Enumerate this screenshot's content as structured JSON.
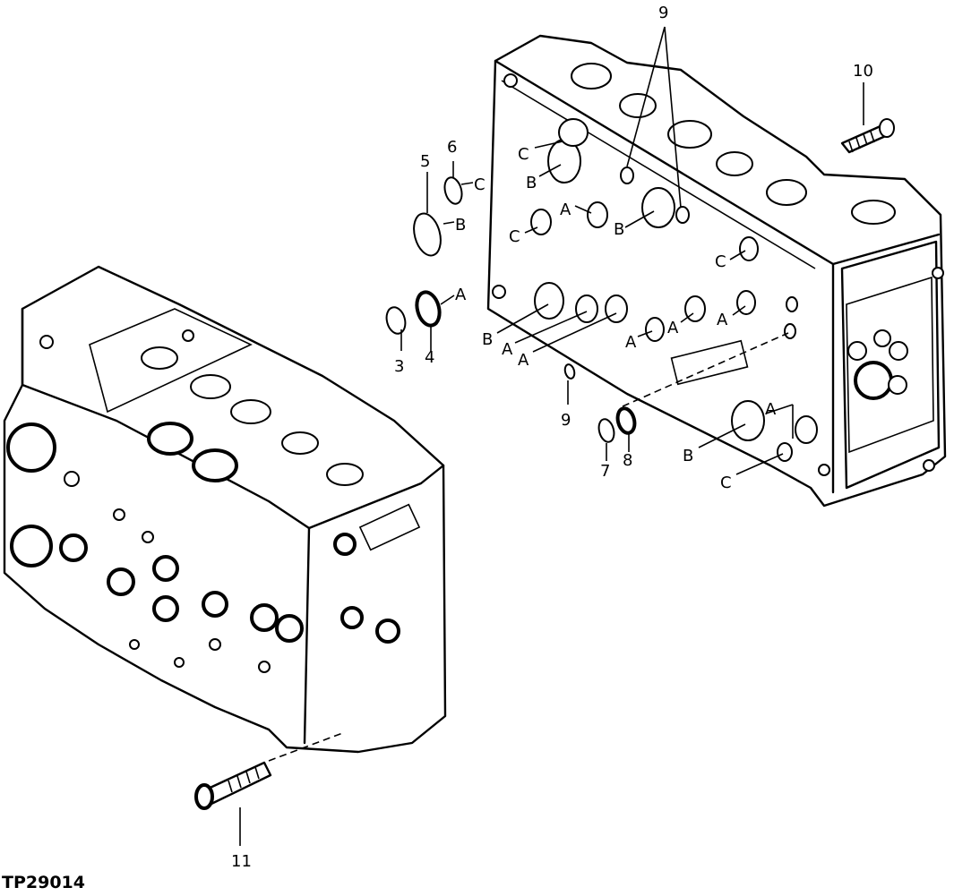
{
  "figure_id": "TP29014",
  "callouts": {
    "n3": "3",
    "n4": "4",
    "n5": "5",
    "n6": "6",
    "n7": "7",
    "n8": "8",
    "n9_top": "9",
    "n9_low": "9",
    "n10": "10",
    "n11": "11"
  },
  "seal_letters": {
    "A": "A",
    "B": "B",
    "C": "C"
  },
  "colors": {
    "ink": "#000000",
    "paper": "#ffffff"
  }
}
